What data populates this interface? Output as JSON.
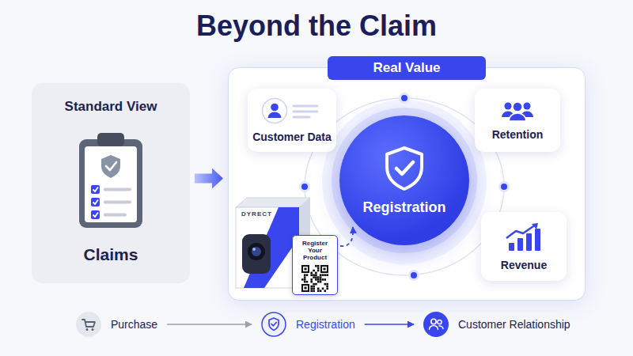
{
  "diagram": {
    "title": "Beyond the Claim",
    "nodes": [
      {
        "text": [
          "Standard View",
          "Claims"
        ]
      },
      {
        "text": [
          "Real Value"
        ]
      },
      {
        "text": [
          "Customer Data"
        ],
        "in": 1
      },
      {
        "text": [
          "Retention"
        ],
        "in": 1
      },
      {
        "text": [
          "Registration"
        ],
        "in": 1
      },
      {
        "text": [
          "Revenue"
        ],
        "in": 1
      },
      {
        "text": [
          "Register Your Product"
        ],
        "in": 1
      },
      {
        "text": [
          "Purchase"
        ]
      },
      {
        "text": [
          "Registration"
        ]
      },
      {
        "text": [
          "Customer Relationship"
        ]
      }
    ],
    "edges": [
      {
        "from": 0,
        "to": 1,
        "arrow": "to"
      },
      {
        "from": 6,
        "to": 4,
        "arrow": "to"
      },
      {
        "from": 7,
        "to": 8,
        "arrow": "to"
      },
      {
        "from": 8,
        "to": 9,
        "arrow": "to"
      }
    ],
    "labels": [
      "DYRECT"
    ]
  }
}
